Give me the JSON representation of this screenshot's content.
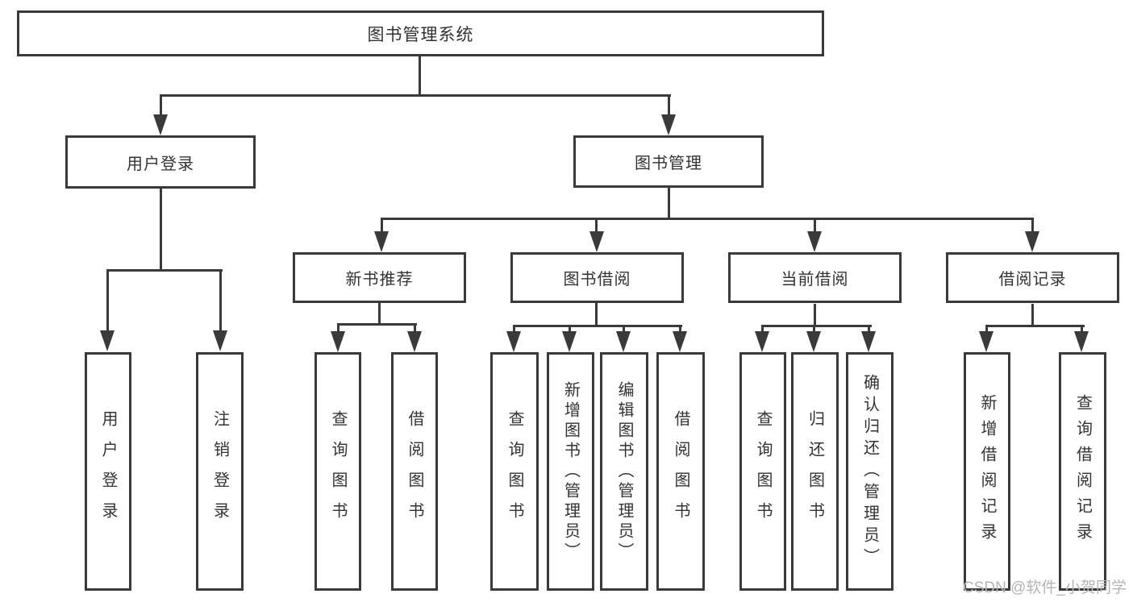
{
  "diagram": {
    "title": "图书管理系统",
    "type": "hierarchy-tree",
    "colors": {
      "line": "#3a3a3a",
      "text": "#333333",
      "background": "#ffffff",
      "watermark": "#b4b4b4"
    },
    "tree": {
      "label": "图书管理系统",
      "children": [
        {
          "label": "用户登录",
          "children": [
            {
              "label": "用户登录"
            },
            {
              "label": "注销登录"
            }
          ]
        },
        {
          "label": "图书管理",
          "children": [
            {
              "label": "新书推荐",
              "children": [
                {
                  "label": "查询图书"
                },
                {
                  "label": "借阅图书"
                }
              ]
            },
            {
              "label": "图书借阅",
              "children": [
                {
                  "label": "查询图书"
                },
                {
                  "label": "新增图书（管理员）"
                },
                {
                  "label": "编辑图书（管理员）"
                },
                {
                  "label": "借阅图书"
                }
              ]
            },
            {
              "label": "当前借阅",
              "children": [
                {
                  "label": "查询图书"
                },
                {
                  "label": "归还图书"
                },
                {
                  "label": "确认归还（管理员）"
                }
              ]
            },
            {
              "label": "借阅记录",
              "children": [
                {
                  "label": "新增借阅记录"
                },
                {
                  "label": "查询借阅记录"
                }
              ]
            }
          ]
        }
      ]
    },
    "watermark": "CSDN @软件_小贺同学"
  }
}
